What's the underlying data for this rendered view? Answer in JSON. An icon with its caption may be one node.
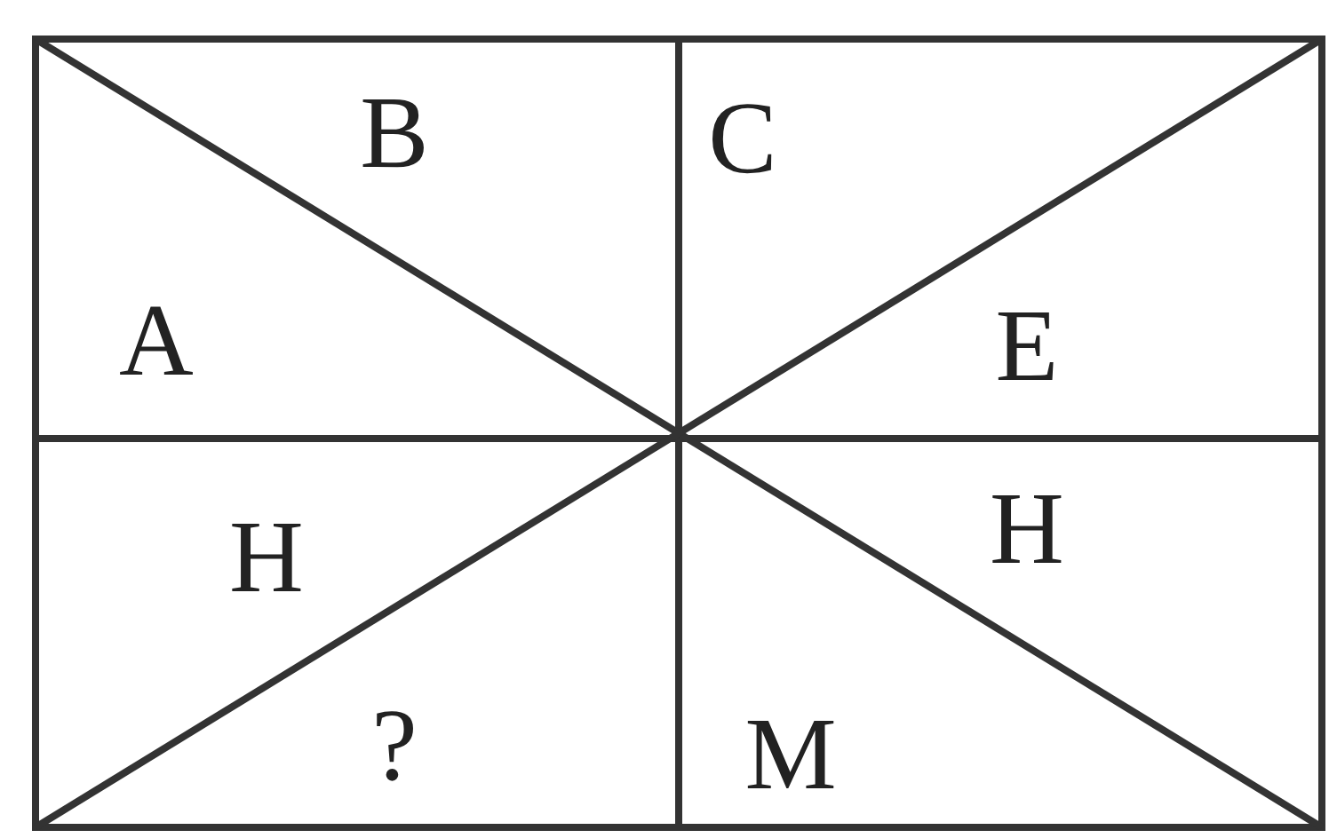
{
  "diagram": {
    "labels": [
      "B",
      "C",
      "A",
      "E",
      "H",
      "H",
      "?",
      "M"
    ]
  }
}
